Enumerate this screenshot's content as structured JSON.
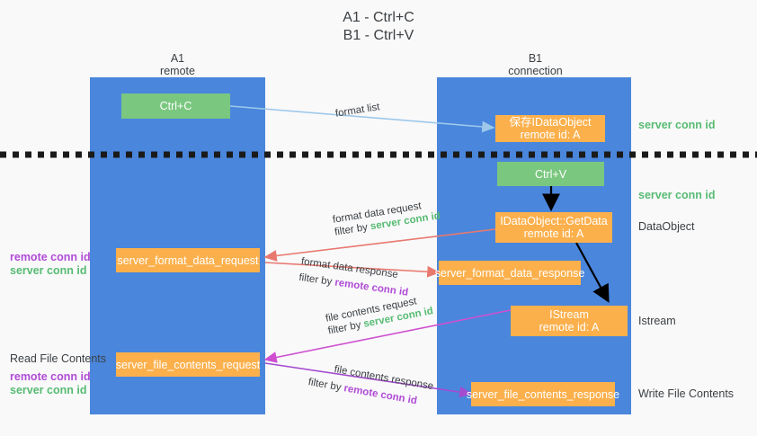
{
  "header": {
    "line1": "A1 - Ctrl+C",
    "line2": "B1 - Ctrl+V"
  },
  "columns": {
    "left": {
      "name": "A1",
      "sub": "remote"
    },
    "right": {
      "name": "B1",
      "sub": "connection"
    }
  },
  "boxes": {
    "ctrl_c": "Ctrl+C",
    "ctrl_v": "Ctrl+V",
    "save_dataobject_l1": "保存IDataObject",
    "save_dataobject_l2": "remote id: A",
    "getdata_l1": "IDataObject::GetData",
    "getdata_l2": "remote id: A",
    "istream_l1": "IStream",
    "istream_l2": "remote id: A",
    "server_format_data_request": "server_format_data_request",
    "server_format_data_response": "server_format_data_response",
    "server_file_contents_request": "server_file_contents_request",
    "server_file_contents_response": "server_file_contents_response"
  },
  "edge_labels": {
    "format_list": "format list",
    "format_data_request": "format data request",
    "format_data_request_filter_prefix": "filter by ",
    "format_data_request_filter_key": "server conn id",
    "format_data_response": "format data response",
    "format_data_response_filter_prefix": "filter by ",
    "format_data_response_filter_key": "remote conn id",
    "file_contents_request": "file contents request",
    "file_contents_request_filter_prefix": "filter by ",
    "file_contents_request_filter_key": "server conn id",
    "file_contents_response": "file contents response",
    "file_contents_response_filter_prefix": "filter by ",
    "file_contents_response_filter_key": "remote conn id"
  },
  "annotations": {
    "right_server_conn_id_top": "server conn id",
    "right_server_conn_id_mid": "server conn id",
    "right_dataobject": "DataObject",
    "right_istream": "Istream",
    "right_write_file_contents": "Write File Contents",
    "left_remote_conn_id_1": "remote conn id",
    "left_server_conn_id_1": "server conn id",
    "left_read_file_contents": "Read File Contents",
    "left_remote_conn_id_2": "remote conn id",
    "left_server_conn_id_2": "server conn id"
  },
  "colors": {
    "column_blue": "#4a86dc",
    "box_green": "#7ac77f",
    "box_orange": "#fbb04c",
    "accent_green_text": "#57bb72",
    "accent_purple_text": "#b04bd6",
    "arrow_lightblue": "#9ec8ea",
    "arrow_red": "#e8796e",
    "arrow_magenta": "#cf4fd0",
    "arrow_purple": "#a44bd0",
    "arrow_black": "#000000",
    "divider_black": "#1a1a1a",
    "background": "#f9f9fa"
  }
}
